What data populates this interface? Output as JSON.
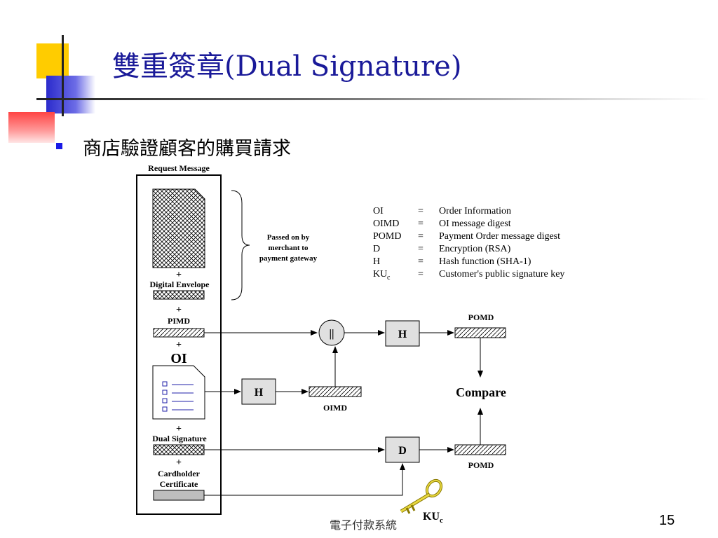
{
  "slide": {
    "title": "雙重簽章(Dual Signature)",
    "bullet": "商店驗證顧客的購買請求",
    "footer": "電子付款系統",
    "page_number": "15"
  },
  "diagram": {
    "request_message_label": "Request Message",
    "digital_envelope_label": "Digital Envelope",
    "pimd_label": "PIMD",
    "oi_label": "OI",
    "dual_signature_label": "Dual Signature",
    "cardholder_label_1": "Cardholder",
    "cardholder_label_2": "Certificate",
    "plus": "+",
    "passed_on_1": "Passed on by",
    "passed_on_2": "merchant to",
    "passed_on_3": "payment gateway",
    "concat_symbol": "||",
    "hash_label": "H",
    "decrypt_label": "D",
    "pomd_label": "POMD",
    "oimd_label": "OIMD",
    "compare_label": "Compare",
    "key_label": "KU",
    "key_subscript": "c",
    "legend": [
      {
        "abbr": "OI",
        "sub": "",
        "eq": "=",
        "desc": "Order Information"
      },
      {
        "abbr": "OIMD",
        "sub": "",
        "eq": "=",
        "desc": "OI message digest"
      },
      {
        "abbr": "POMD",
        "sub": "",
        "eq": "=",
        "desc": "Payment Order message digest"
      },
      {
        "abbr": "D",
        "sub": "",
        "eq": "=",
        "desc": "Encryption (RSA)"
      },
      {
        "abbr": "H",
        "sub": "",
        "eq": "=",
        "desc": "Hash function (SHA-1)"
      },
      {
        "abbr": "KU",
        "sub": "c",
        "eq": "=",
        "desc": "Customer's public signature key"
      }
    ]
  },
  "colors": {
    "title": "#1a1a99",
    "deco_yellow": "#ffcc00",
    "deco_blue": "#3333cc",
    "deco_red": "#ff3333",
    "block_gray": "#e0e0e0"
  }
}
